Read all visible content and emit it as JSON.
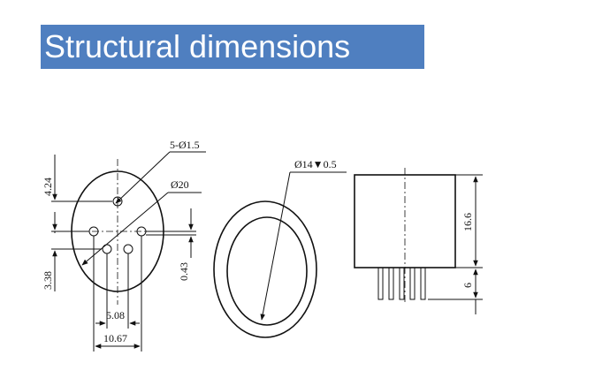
{
  "title": "Structural dimensions",
  "colors": {
    "title_bg": "#4f7fc0",
    "title_text": "#ffffff",
    "line": "#111111"
  },
  "labels": {
    "pins": "5-Ø1.5",
    "outer_dia": "Ø20",
    "top_offset": "4.24",
    "bottom_offset": "3.38",
    "center_offset": "0.43",
    "pin_spacing": "5.08",
    "overall_width": "10.67",
    "window_dia": "Ø14",
    "window_depth_symbol": "▼",
    "window_depth": "0.5",
    "body_height": "16.6",
    "pin_length": "6"
  }
}
